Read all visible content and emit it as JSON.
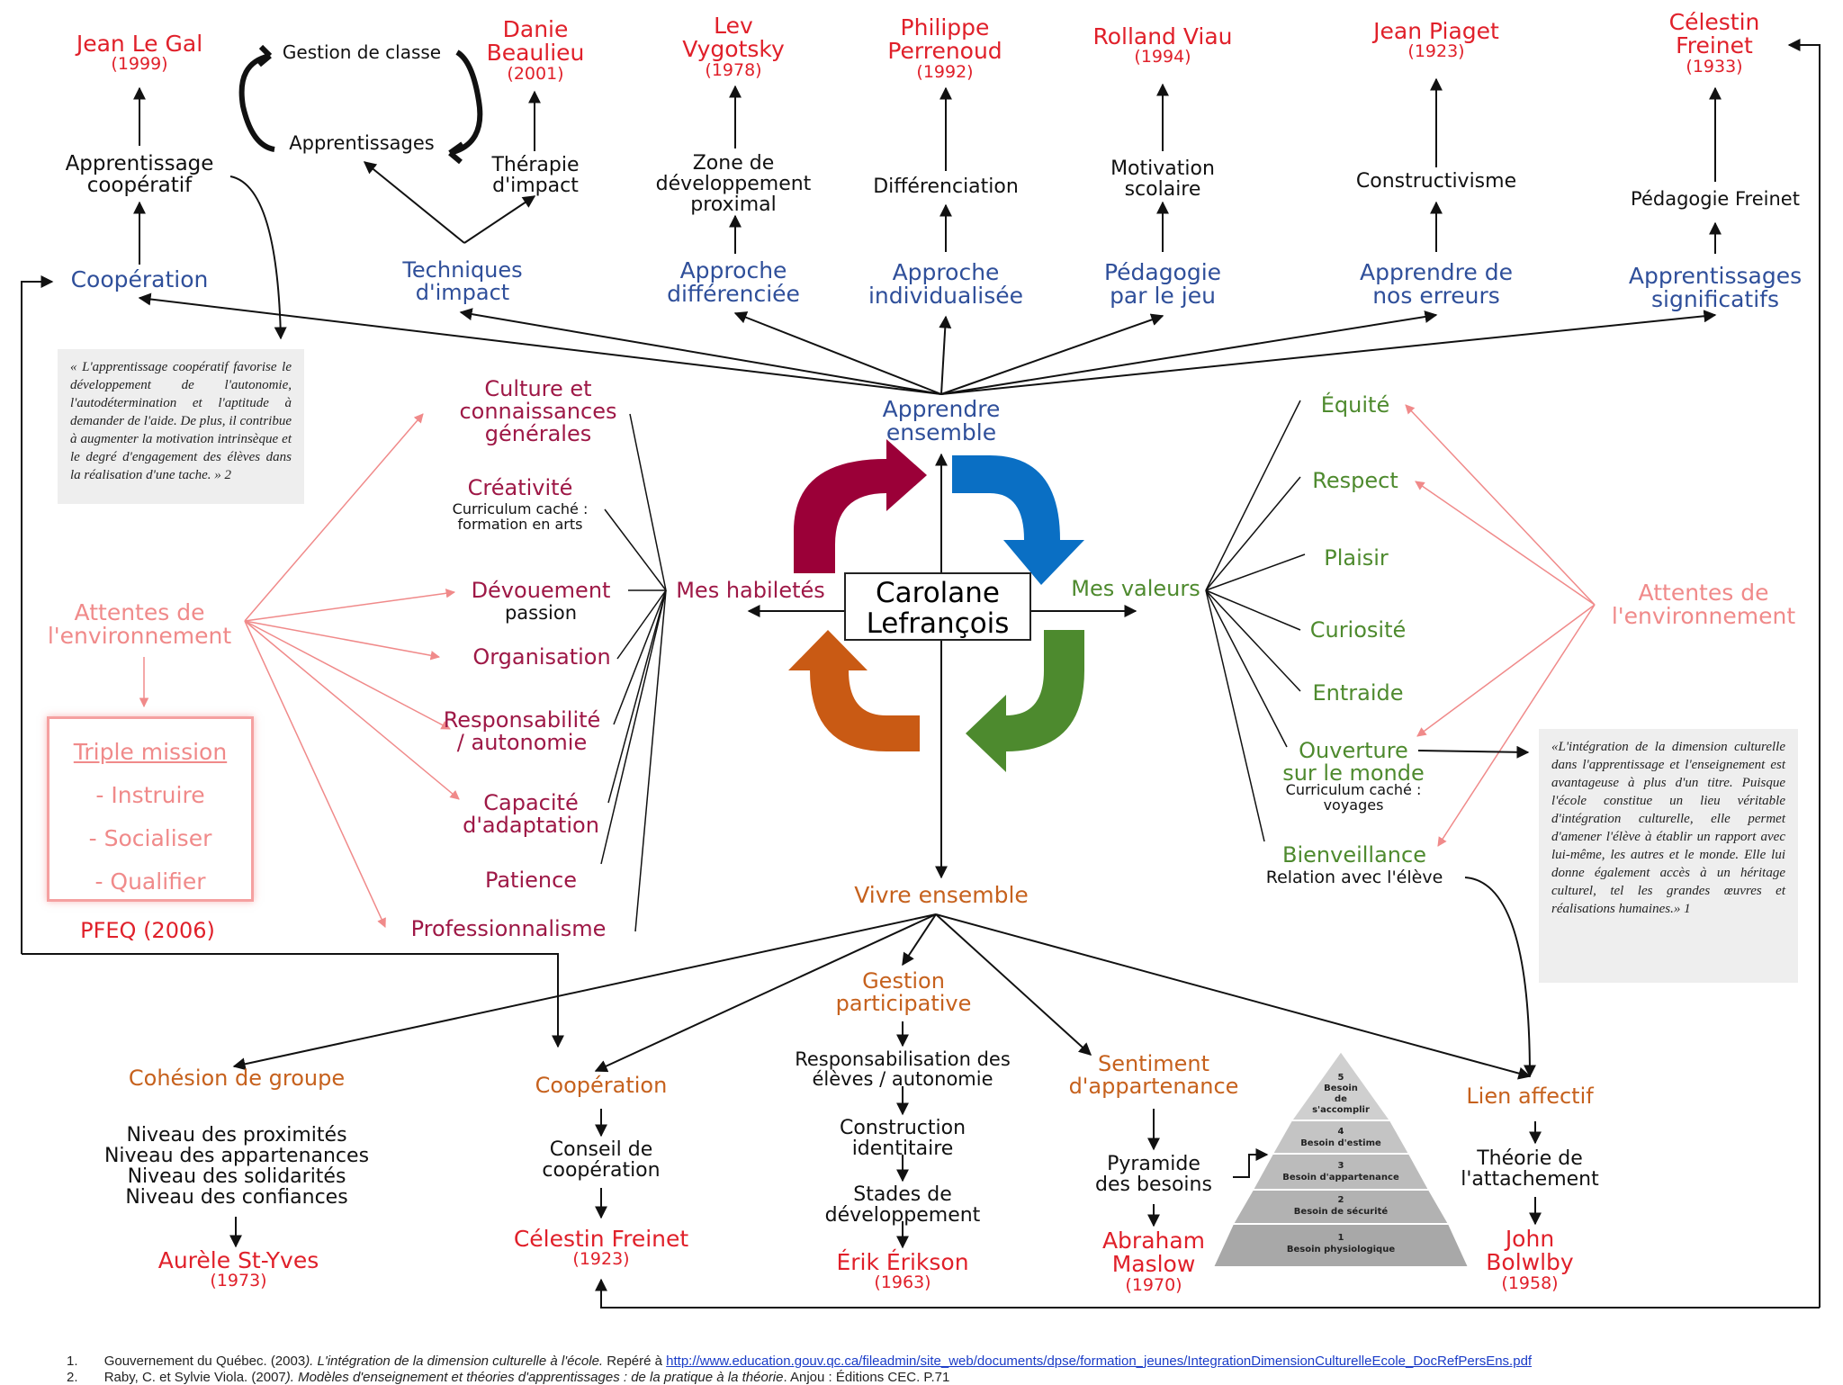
{
  "center": {
    "line1": "Carolane",
    "line2": "Lefrançois"
  },
  "hubs": {
    "top": [
      "Apprendre",
      "ensemble"
    ],
    "left": "Mes habiletés",
    "right": "Mes valeurs",
    "bottom": "Vivre ensemble"
  },
  "top_branches": [
    {
      "approach": [
        "Coopération"
      ],
      "concept": [
        "Apprentissage",
        "coopératif"
      ],
      "author": [
        "Jean Le Gal"
      ],
      "year": "(1999)"
    },
    {
      "approach": [
        "Techniques",
        "d'impact"
      ],
      "concept": [
        "Thérapie",
        "d'impact"
      ],
      "author": [
        "Danie",
        "Beaulieu"
      ],
      "year": "(2001)"
    },
    {
      "approach": [
        "Approche",
        "différenciée"
      ],
      "concept": [
        "Zone de",
        "développement",
        "proximal"
      ],
      "author": [
        "Lev",
        "Vygotsky"
      ],
      "year": "(1978)"
    },
    {
      "approach": [
        "Approche",
        "individualisée"
      ],
      "concept": [
        "Différenciation"
      ],
      "author": [
        "Philippe",
        "Perrenoud"
      ],
      "year": "(1992)"
    },
    {
      "approach": [
        "Pédagogie",
        "par le jeu"
      ],
      "concept": [
        "Motivation",
        "scolaire"
      ],
      "author": [
        "Rolland Viau"
      ],
      "year": "(1994)"
    },
    {
      "approach": [
        "Apprendre de",
        "nos erreurs"
      ],
      "concept": [
        "Constructivisme"
      ],
      "author": [
        "Jean Piaget"
      ],
      "year": "(1923)"
    },
    {
      "approach": [
        "Apprentissages",
        "significatifs"
      ],
      "concept": [
        "Pédagogie Freinet"
      ],
      "author": [
        "Célestin",
        "Freinet"
      ],
      "year": "(1933)"
    }
  ],
  "cycle": {
    "a": "Gestion de classe",
    "b": "Apprentissages"
  },
  "quote_left": "« L'apprentissage coopératif favorise le développement de l'autonomie, l'autodétermination et l'aptitude à demander de l'aide. De plus, il contribue à augmenter la motivation intrinsèque et le degré d'engagement des élèves dans la réalisation d'une tache. » 2",
  "quote_right": "«L'intégration de la dimension culturelle dans l'apprentissage et l'enseignement est avantageuse à plus d'un titre. Puisque l'école constitue un lieu véritable d'intégration culturelle, elle permet d'amener l'élève à établir un rapport avec lui-même, les autres et le monde. Elle lui donne également accès à un héritage culturel, tel les grandes œuvres et réalisations humaines.» 1",
  "skills": [
    {
      "label": [
        "Culture et",
        "connaissances",
        "générales"
      ]
    },
    {
      "label": [
        "Créativité"
      ],
      "sub": [
        "Curriculum caché :",
        "formation en arts"
      ]
    },
    {
      "label": [
        "Dévouement"
      ],
      "sub": [
        "passion"
      ]
    },
    {
      "label": [
        "Organisation"
      ]
    },
    {
      "label": [
        "Responsabilité",
        "/ autonomie"
      ]
    },
    {
      "label": [
        "Capacité",
        "d'adaptation"
      ]
    },
    {
      "label": [
        "Patience"
      ]
    },
    {
      "label": [
        "Professionnalisme"
      ]
    }
  ],
  "values": [
    {
      "label": [
        "Équité"
      ]
    },
    {
      "label": [
        "Respect"
      ]
    },
    {
      "label": [
        "Plaisir"
      ]
    },
    {
      "label": [
        "Curiosité"
      ]
    },
    {
      "label": [
        "Entraide"
      ]
    },
    {
      "label": [
        "Ouverture",
        "sur le monde"
      ],
      "sub": [
        "Curriculum caché :",
        "voyages"
      ]
    },
    {
      "label": [
        "Bienveillance"
      ],
      "sub": [
        "Relation avec l'élève"
      ]
    }
  ],
  "expectations_left": [
    "Attentes de",
    "l'environnement"
  ],
  "expectations_right": [
    "Attentes de",
    "l'environnement"
  ],
  "mission": {
    "title": "Triple mission",
    "items": [
      "- Instruire",
      "- Socialiser",
      "- Qualifier"
    ],
    "source": "PFEQ (2006)"
  },
  "bottom_branches": [
    {
      "title": [
        "Cohésion de groupe"
      ],
      "steps": [
        [
          "Niveau des proximités",
          "Niveau des appartenances",
          "Niveau des solidarités",
          "Niveau des confiances"
        ]
      ],
      "author": [
        "Aurèle St-Yves"
      ],
      "year": "(1973)"
    },
    {
      "title": [
        "Coopération"
      ],
      "steps": [
        [
          "Conseil de",
          "coopération"
        ]
      ],
      "author": [
        "Célestin Freinet"
      ],
      "year": "(1923)"
    },
    {
      "title": [
        "Gestion",
        "participative"
      ],
      "steps": [
        [
          "Responsabilisation des",
          "élèves / autonomie"
        ],
        [
          "Construction",
          "identitaire"
        ],
        [
          "Stades de",
          "développement"
        ]
      ],
      "author": [
        "Érik Érikson"
      ],
      "year": "(1963)"
    },
    {
      "title": [
        "Sentiment",
        "d'appartenance"
      ],
      "steps": [
        [
          "Pyramide",
          "des besoins"
        ]
      ],
      "author": [
        "Abraham",
        "Maslow"
      ],
      "year": "(1970)"
    },
    {
      "title": [
        "Lien affectif"
      ],
      "steps": [
        [
          "Théorie de",
          "l'attachement"
        ]
      ],
      "author": [
        "John",
        "Bolwlby"
      ],
      "year": "(1958)"
    }
  ],
  "pyramid": [
    {
      "num": "5",
      "label": [
        "Besoin",
        "de",
        "s'accomplir"
      ]
    },
    {
      "num": "4",
      "label": [
        "Besoin d'estime"
      ]
    },
    {
      "num": "3",
      "label": [
        "Besoin d'appartenance"
      ]
    },
    {
      "num": "2",
      "label": [
        "Besoin de sécurité"
      ]
    },
    {
      "num": "1",
      "label": [
        "Besoin physiologique"
      ]
    }
  ],
  "references": [
    {
      "num": "1.",
      "text": "Gouvernement du Québec. (2003",
      "italic": "). L'intégration de la dimension culturelle à l'école.",
      "text2": " Repéré à ",
      "link": "http://www.education.gouv.qc.ca/fileadmin/site_web/documents/dpse/formation_jeunes/IntegrationDimensionCulturelleEcole_DocRefPersEns.pdf"
    },
    {
      "num": "2.",
      "text": "Raby, C. et Sylvie Viola. (2007",
      "italic": "). Modèles d'enseignement et théories d'apprentissages : de la pratique à la théorie",
      "text2": ". Anjou : Éditions CEC. P.71",
      "link": ""
    }
  ],
  "colors": {
    "top": "#2f4f9a",
    "author": "#e0202a",
    "skills": "#9e1846",
    "values": "#4e8a2e",
    "bottom": "#c6611d",
    "expect": "#f08a8a",
    "arrow_red": "#9b0038",
    "arrow_blue": "#0a6fc4",
    "arrow_green": "#4d8a2e",
    "arrow_orange": "#c95a14"
  }
}
